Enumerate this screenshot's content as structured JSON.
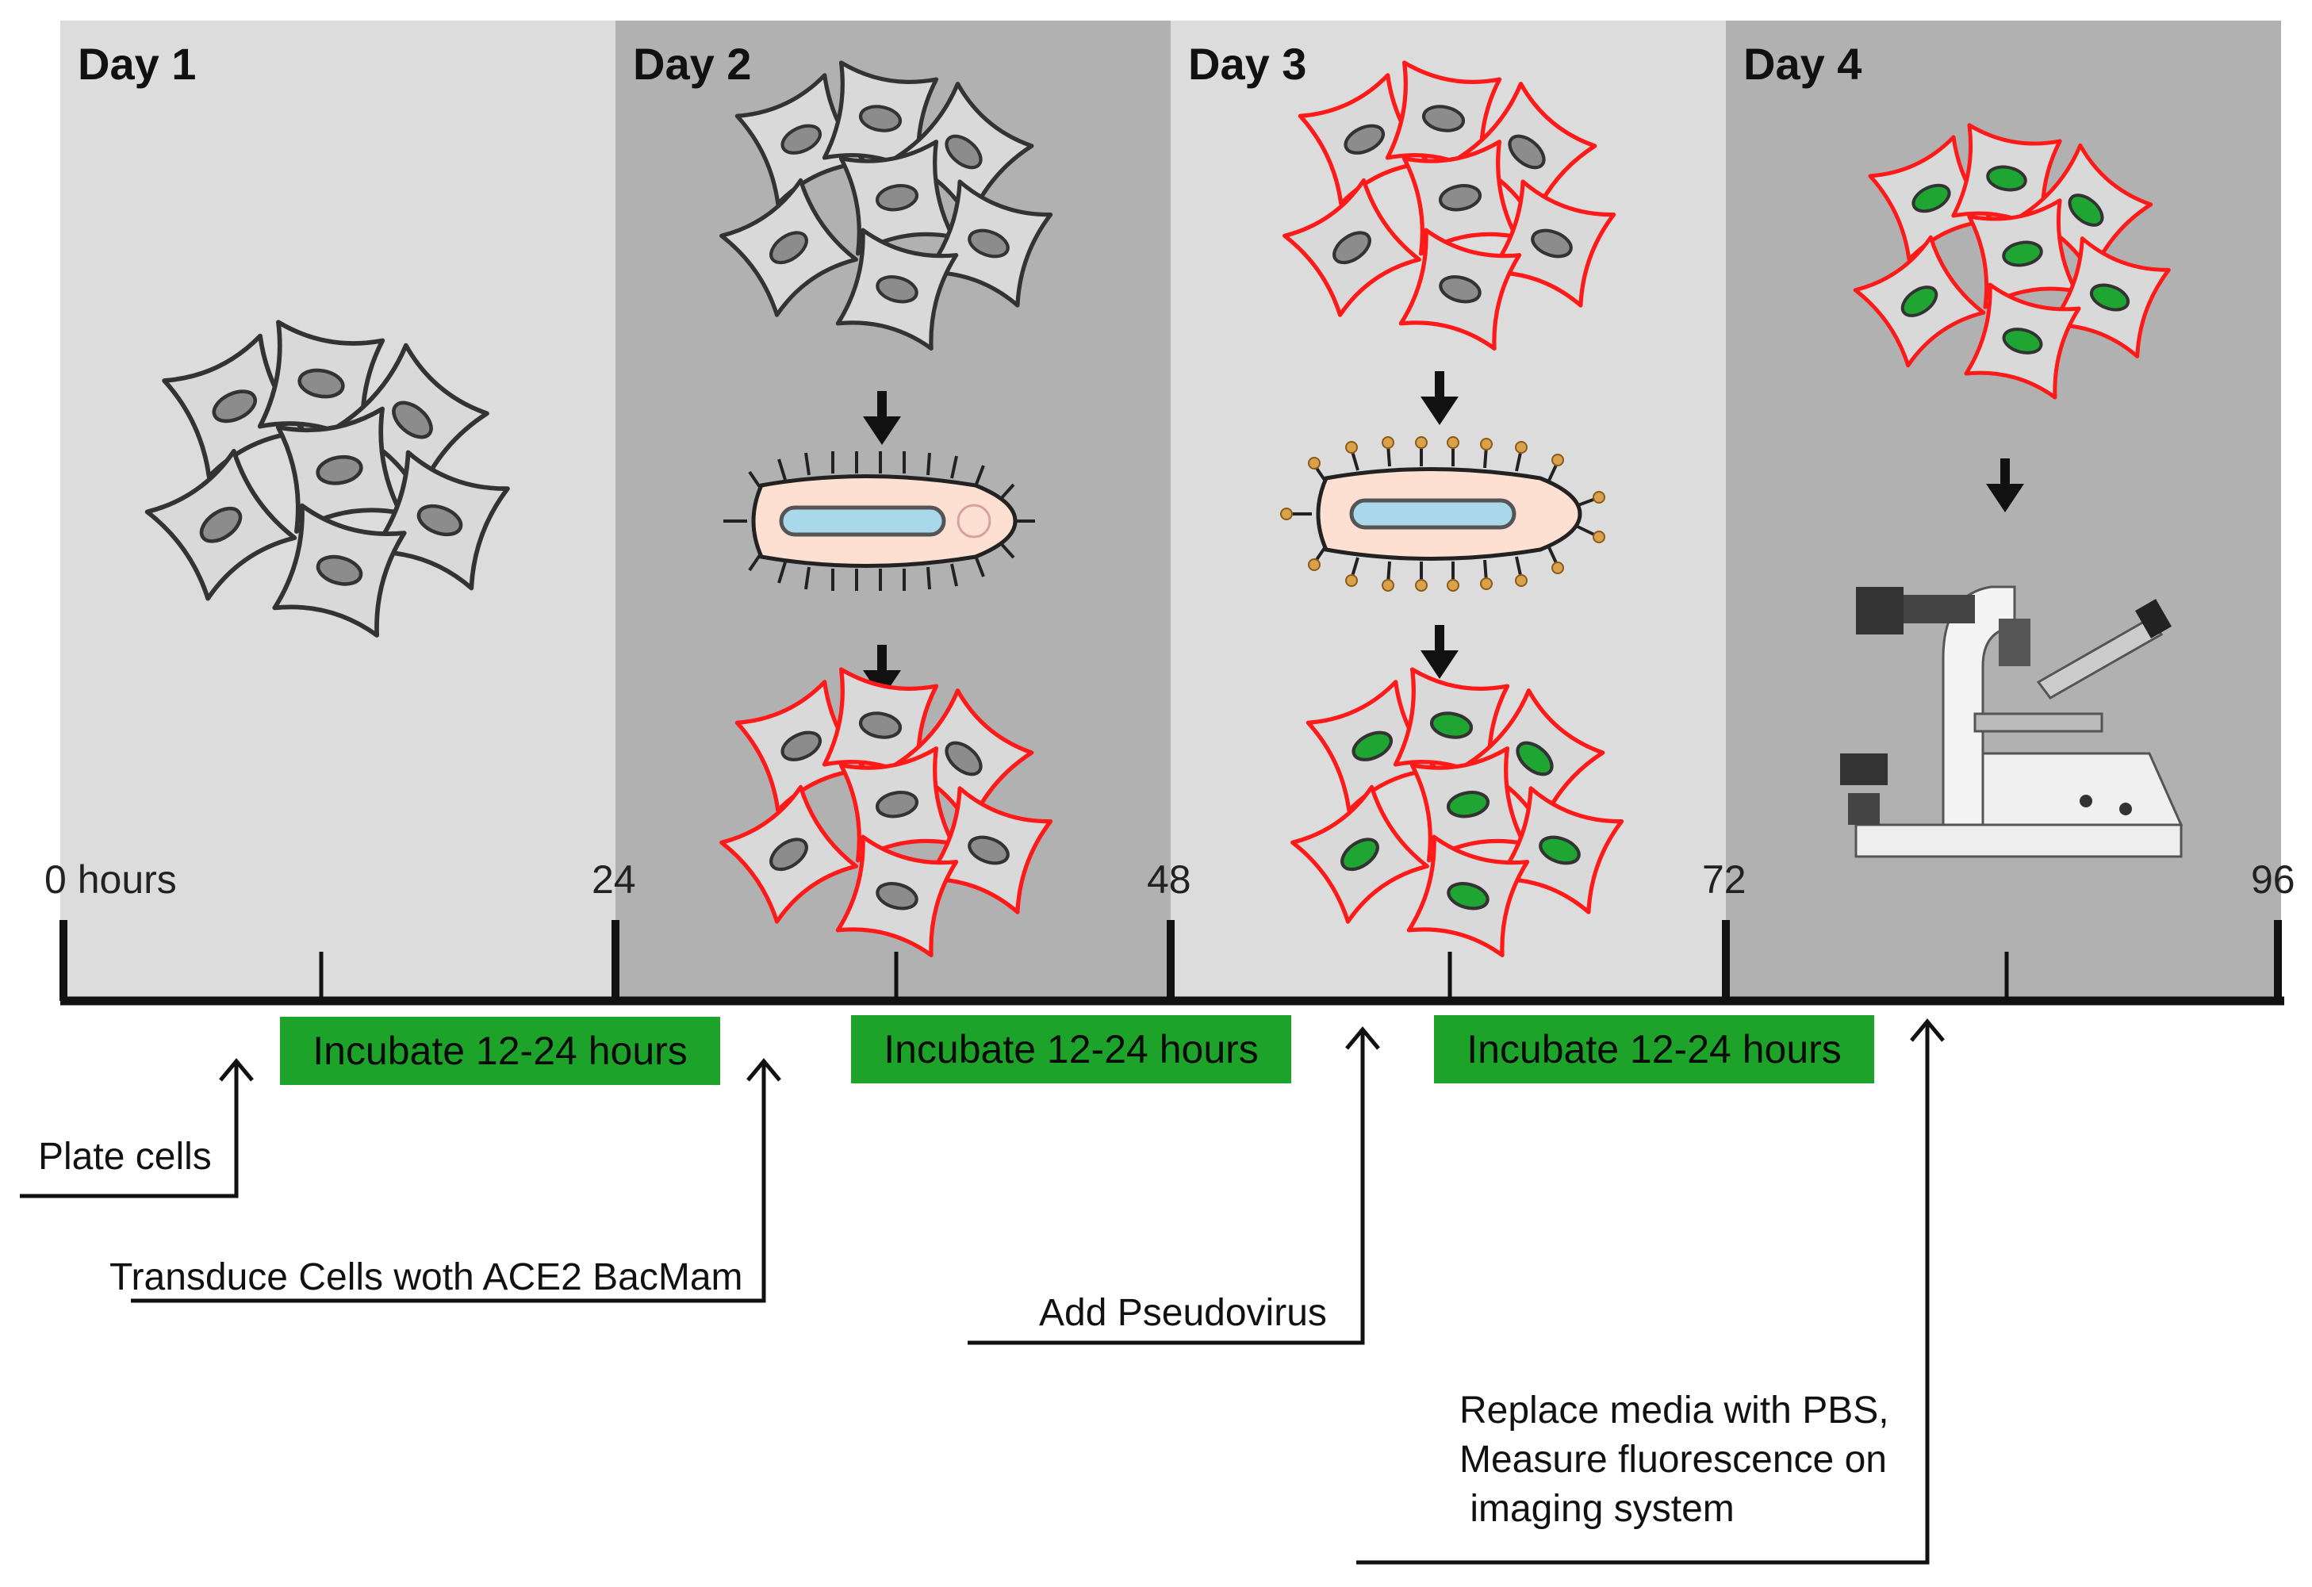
{
  "days": [
    {
      "title": "Day 1"
    },
    {
      "title": "Day 2"
    },
    {
      "title": "Day 3"
    },
    {
      "title": "Day 4"
    }
  ],
  "timeline": {
    "ticks": [
      "0 hours",
      "24",
      "48",
      "72",
      "96"
    ]
  },
  "incubation_boxes": [
    {
      "label": "Incubate 12-24 hours"
    },
    {
      "label": "Incubate 12-24 hours"
    },
    {
      "label": "Incubate 12-24 hours"
    }
  ],
  "steps": [
    {
      "label": "Plate cells"
    },
    {
      "label": "Transduce Cells woth ACE2 BacMam"
    },
    {
      "label": "Add Pseudovirus"
    },
    {
      "label_lines": [
        "Replace media with PBS,",
        "Measure fluorescence on",
        " imaging system"
      ]
    }
  ],
  "colors": {
    "panel_light": "#dcdcdc",
    "panel_dark": "#b1b1b1",
    "incubate_box": "#1ea32a",
    "cell_outline_plain": "#333333",
    "cell_outline_ace2": "#ff1a1a",
    "nucleus_plain": "#8c8c8c",
    "nucleus_infected": "#1fa532",
    "baculovirus_body": "#fde0d2",
    "baculovirus_core": "#a8d8ea"
  },
  "icons": [
    "cell-icon",
    "down-arrow-icon",
    "baculovirus-icon",
    "pseudovirus-icon",
    "microscope-icon",
    "up-arrow-icon"
  ]
}
